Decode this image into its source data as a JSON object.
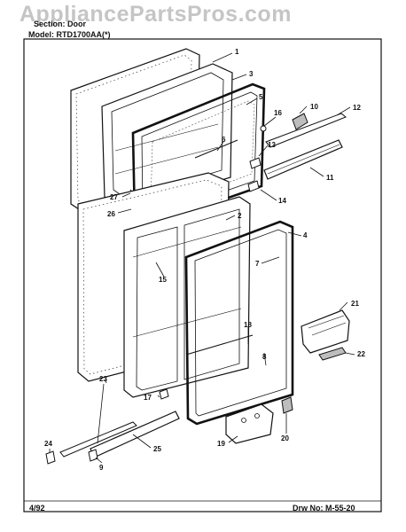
{
  "watermark": "AppliancePartsPros.com",
  "header": {
    "section_line": "Section: Door",
    "model_line": "Model: RTD1700AA(*)"
  },
  "footer": {
    "date": "4/92",
    "drawing_number": "Drw No: M-55-20"
  },
  "callouts": [
    "1",
    "2",
    "3",
    "4",
    "5",
    "6",
    "7",
    "8",
    "9",
    "10",
    "11",
    "12",
    "13",
    "14",
    "15",
    "16",
    "17",
    "18",
    "19",
    "20",
    "21",
    "22",
    "23",
    "24",
    "25",
    "26",
    "27"
  ],
  "colors": {
    "line": "#111111",
    "shade": "#bdbdbd",
    "paper": "#ffffff"
  }
}
